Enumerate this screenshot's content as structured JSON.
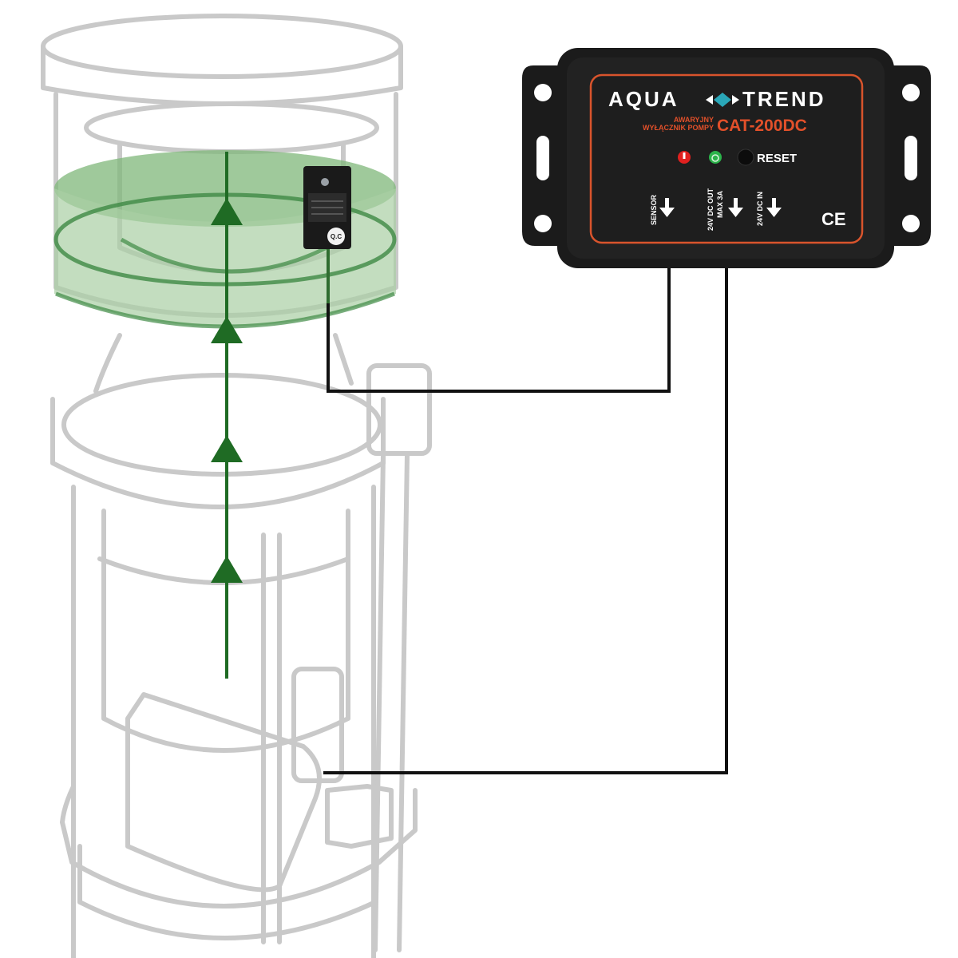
{
  "device": {
    "brand_left": "AQUA",
    "brand_right": "TREND",
    "subtitle_line1": "AWARYJNY",
    "subtitle_line2": "WYŁĄCZNIK POMPY",
    "model": "CAT-200DC",
    "reset_label": "RESET",
    "port_sensor": "SENSOR",
    "port_out_line1": "24V DC OUT",
    "port_out_line2": "MAX 3A",
    "port_in": "24V DC IN",
    "ce_mark": "CE"
  },
  "sensor": {
    "badge": "Q.C"
  },
  "colors": {
    "device_body": "#1b1b1b",
    "panel_border": "#d9542c",
    "brand_accent": "#2aa7b8",
    "led_red": "#e0201f",
    "led_green": "#2bb34a",
    "flow_arrow": "#1f6b24",
    "water_fill": "#7fb77a",
    "skimmer_outline": "#c9c9c9",
    "cable": "#111111"
  },
  "icons": {
    "led_alarm": "exclamation-led-icon",
    "led_power": "power-led-icon",
    "reset": "reset-button-icon",
    "port_arrow": "arrow-down-icon"
  }
}
